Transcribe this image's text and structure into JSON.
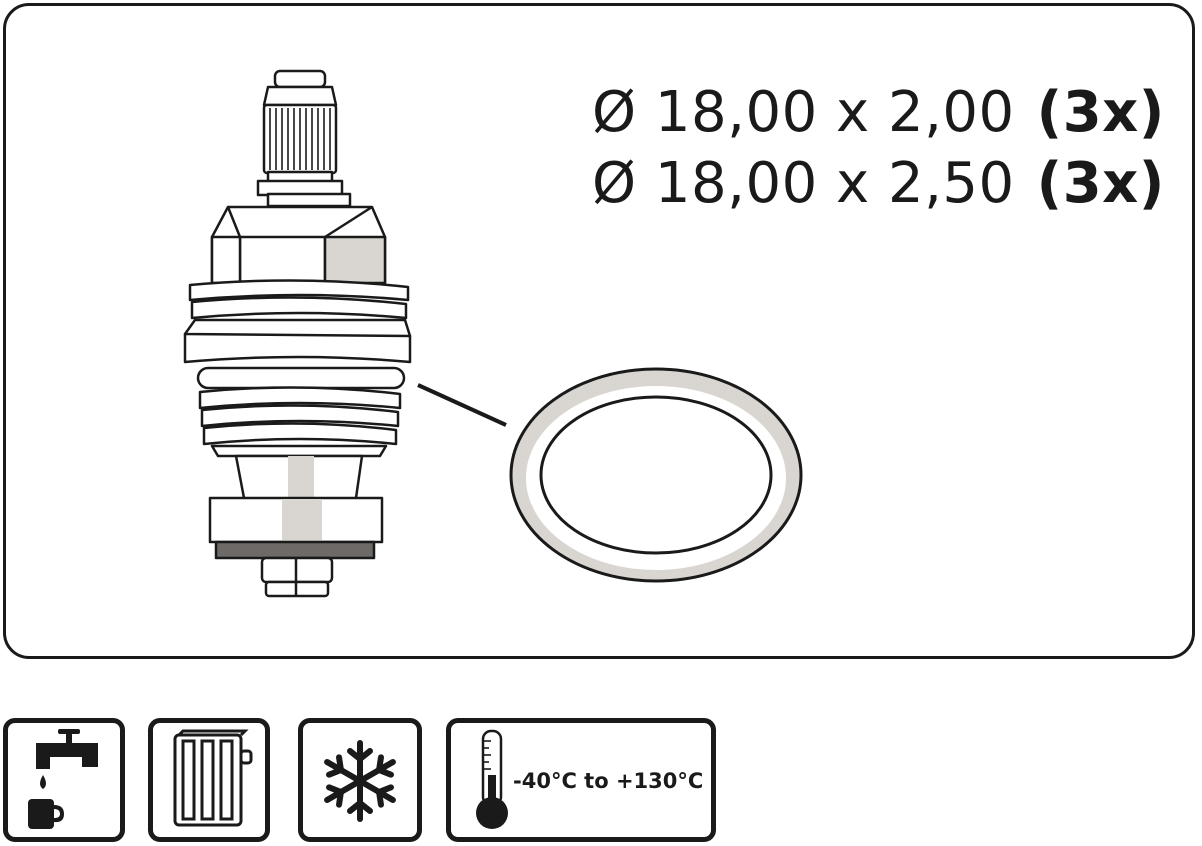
{
  "specs": [
    {
      "size": "Ø 18,00 x 2,00",
      "quantity": "(3x)"
    },
    {
      "size": "Ø 18,00 x 2,50",
      "quantity": "(3x)"
    }
  ],
  "icons": [
    {
      "name": "tap-water-icon",
      "meaning": "drinking water"
    },
    {
      "name": "radiator-icon",
      "meaning": "heating"
    },
    {
      "name": "snowflake-icon",
      "meaning": "cold"
    },
    {
      "name": "thermometer-icon",
      "meaning": "temperature range"
    }
  ],
  "temperature_range": "-40°C to +130°C",
  "colors": {
    "stroke": "#1a1a1a",
    "shade": "#d9d6d2",
    "light": "#ffffff"
  }
}
